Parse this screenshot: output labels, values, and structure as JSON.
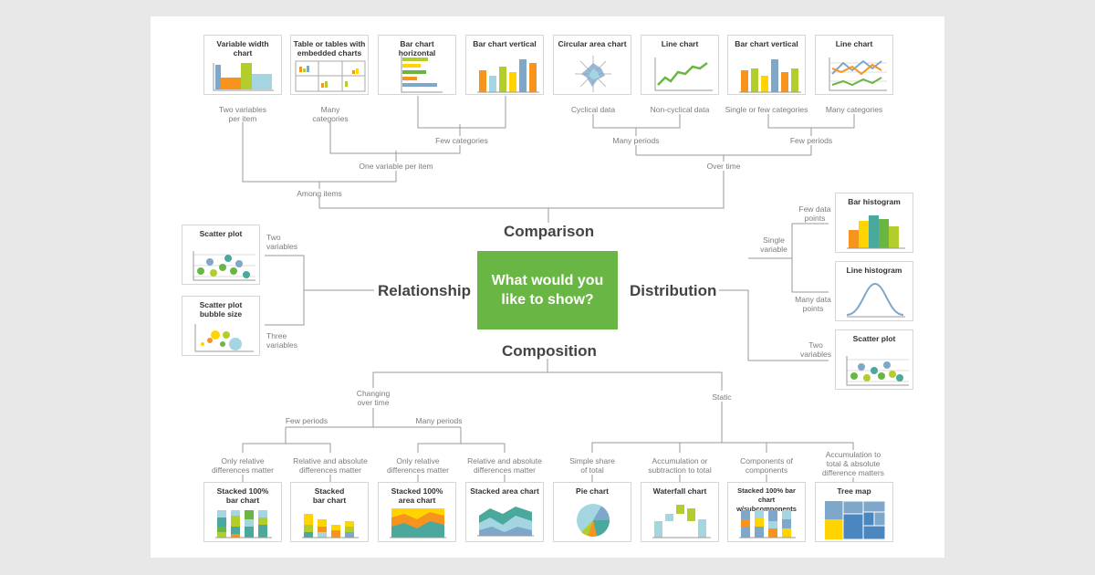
{
  "center_question": "What would you\nlike to show?",
  "categories": {
    "comparison": "Comparison",
    "relationship": "Relationship",
    "distribution": "Distribution",
    "composition": "Composition"
  },
  "top_cards": [
    {
      "title": "Variable width\nchart"
    },
    {
      "title": "Table or tables with\nembedded charts"
    },
    {
      "title": "Bar chart horizontal"
    },
    {
      "title": "Bar chart vertical"
    },
    {
      "title": "Circular area chart"
    },
    {
      "title": "Line chart"
    },
    {
      "title": "Bar chart vertical"
    },
    {
      "title": "Line chart"
    }
  ],
  "top_labels": {
    "two_vars_per_item": "Two variables\nper item",
    "many_categories_1": "Many\ncategories",
    "cyclical": "Cyclical data",
    "non_cyclical": "Non-cyclical data",
    "single_few": "Single or few categories",
    "many_categories_2": "Many categories",
    "few_categories": "Few categories",
    "many_periods": "Many periods",
    "few_periods": "Few periods",
    "one_var_per_item": "One variable per item",
    "over_time": "Over time",
    "among_items": "Among items"
  },
  "left_cards": [
    {
      "title": "Scatter plot"
    },
    {
      "title": "Scatter plot\nbubble size"
    }
  ],
  "left_labels": {
    "two_vars": "Two\nvariables",
    "three_vars": "Three\nvariables"
  },
  "right_cards": [
    {
      "title": "Bar histogram"
    },
    {
      "title": "Line histogram"
    },
    {
      "title": "Scatter plot"
    }
  ],
  "right_labels": {
    "few_points": "Few data\npoints",
    "single_var": "Single\nvariable",
    "many_points": "Many data\npoints",
    "two_vars": "Two\nvariables"
  },
  "bottom_cards": [
    {
      "title": "Stacked 100%\nbar chart"
    },
    {
      "title": "Stacked\nbar chart"
    },
    {
      "title": "Stacked 100%\narea chart"
    },
    {
      "title": "Stacked area chart"
    },
    {
      "title": "Pie chart"
    },
    {
      "title": "Waterfall chart"
    },
    {
      "title": "Stacked 100% bar chart\nw/subcomponents"
    },
    {
      "title": "Tree map"
    }
  ],
  "bottom_labels": {
    "changing": "Changing\nover time",
    "static": "Static",
    "few_periods": "Few periods",
    "many_periods": "Many periods",
    "only_relative_1": "Only relative\ndifferences matter",
    "rel_abs_1": "Relative and absolute\ndifferences matter",
    "only_relative_2": "Only relative\ndifferences matter",
    "rel_abs_2": "Relative and absolute\ndifferences matter",
    "simple_share": "Simple share\nof total",
    "accumulation": "Accumulation or\nsubtraction to total",
    "components": "Components of\ncomponents",
    "accum_total": "Accumulation to\ntotal & absolute\ndifference matters"
  },
  "colors": {
    "green": "#6ab644",
    "lime": "#b3cd2c",
    "orange": "#f7941d",
    "yellow": "#ffd400",
    "teal": "#4aa89c",
    "blue": "#7fa7c9",
    "lightblue": "#a6d5e2",
    "line": "#9a9a9a"
  }
}
